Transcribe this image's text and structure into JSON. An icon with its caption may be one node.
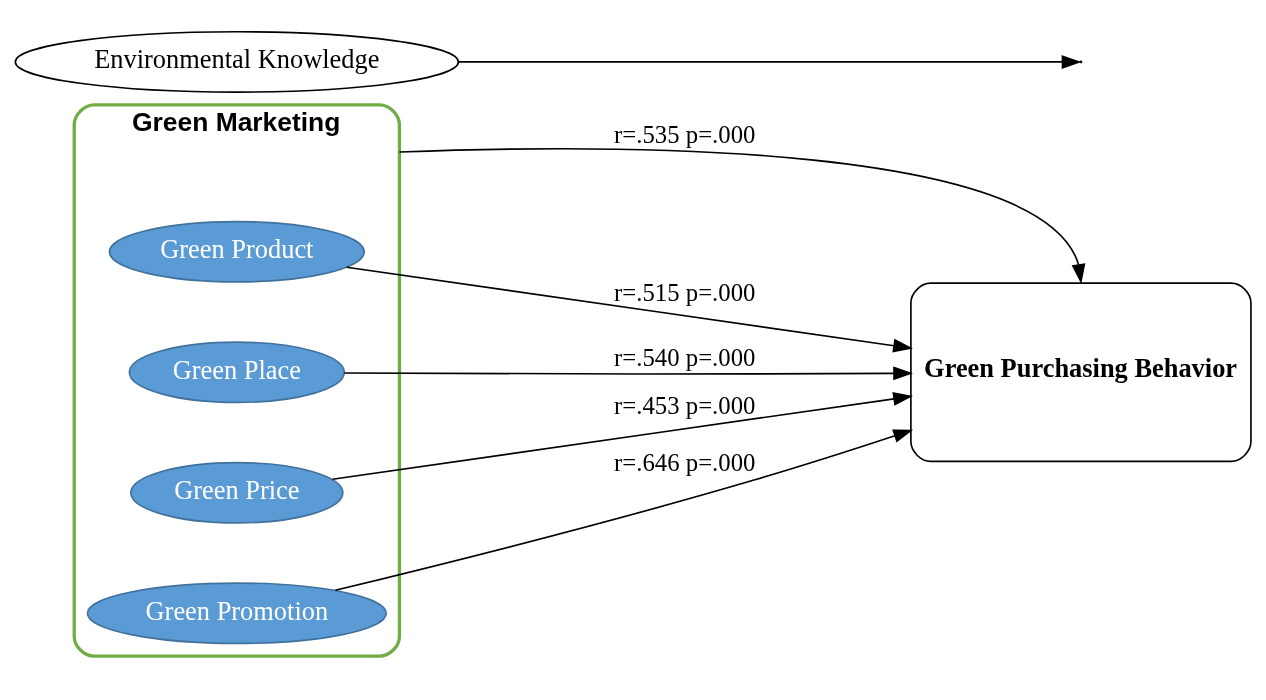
{
  "diagram": {
    "nodes": [
      {
        "text": [
          "Green Marketing"
        ]
      },
      {
        "text": [
          "Green Product"
        ],
        "in": 0
      },
      {
        "text": [
          "Green Place"
        ],
        "in": 0
      },
      {
        "text": [
          "Green Price"
        ],
        "in": 0
      },
      {
        "text": [
          "Green Promotion"
        ],
        "in": 0
      },
      {
        "text": [
          "Environmental Knowledge"
        ]
      },
      {
        "text": [
          "Green Purchasing Behavior"
        ]
      }
    ],
    "edges": [
      {
        "from": 5,
        "to": null,
        "arrow": "to"
      },
      {
        "from": 0,
        "to": 6,
        "label": "r=.535 p=.000",
        "arrow": "to"
      },
      {
        "from": 1,
        "to": 6,
        "label": "r=.515 p=.000",
        "arrow": "to"
      },
      {
        "from": 2,
        "to": 6,
        "label": "r=.540 p=.000",
        "arrow": "to"
      },
      {
        "from": 3,
        "to": 6,
        "label": "r=.453 p=.000",
        "arrow": "to"
      },
      {
        "from": 4,
        "to": 6,
        "label": "r=.646 p=.000",
        "arrow": "to"
      }
    ]
  }
}
